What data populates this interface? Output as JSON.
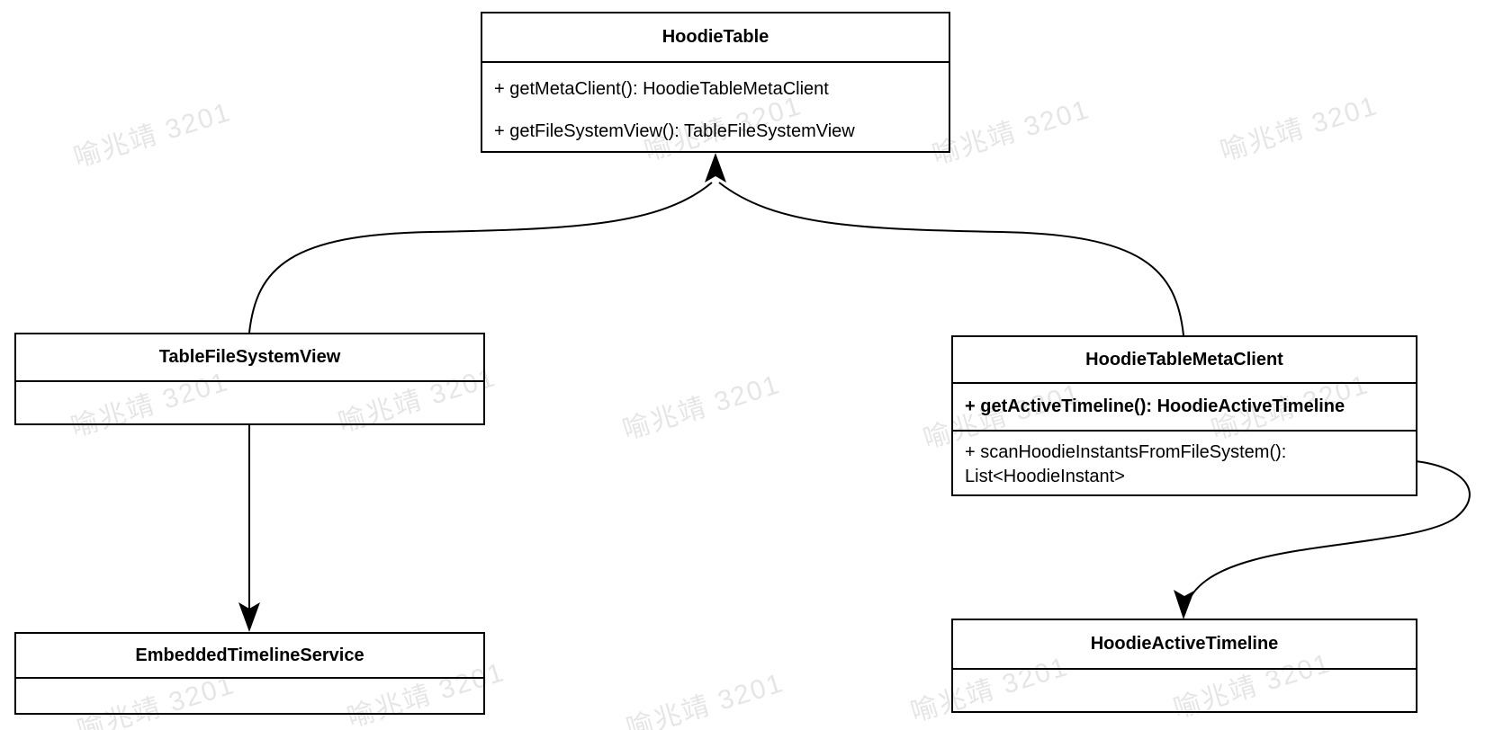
{
  "diagram": {
    "type": "uml-class-diagram",
    "background_color": "#ffffff",
    "stroke_color": "#000000",
    "classes": [
      {
        "title": "HoodieTable",
        "methods": [
          "+ getMetaClient(): HoodieTableMetaClient",
          "+ getFileSystemView(): TableFileSystemView"
        ]
      },
      {
        "title": "TableFileSystemView",
        "methods": []
      },
      {
        "title": "HoodieTableMetaClient",
        "methods": [
          "+ getActiveTimeline(): HoodieActiveTimeline",
          "+ scanHoodieInstantsFromFileSystem(): List<HoodieInstant>"
        ]
      },
      {
        "title": "EmbeddedTimelineService",
        "methods": []
      },
      {
        "title": "HoodieActiveTimeline",
        "methods": []
      }
    ],
    "edges": [
      {
        "from": "TableFileSystemView",
        "to": "HoodieTable",
        "style": "curved, arrowhead at HoodieTable bottom center"
      },
      {
        "from": "HoodieTableMetaClient",
        "to": "HoodieTable",
        "style": "curved, arrowhead at HoodieTable bottom center"
      },
      {
        "from": "TableFileSystemView",
        "to": "EmbeddedTimelineService",
        "style": "straight vertical, arrowhead down"
      },
      {
        "from": "HoodieTableMetaClient",
        "to": "HoodieActiveTimeline",
        "style": "s-curve from right side, arrowhead down"
      }
    ]
  },
  "watermark": {
    "text": "喻兆靖 3201",
    "color": "rgba(0,0,0,0.10)"
  }
}
